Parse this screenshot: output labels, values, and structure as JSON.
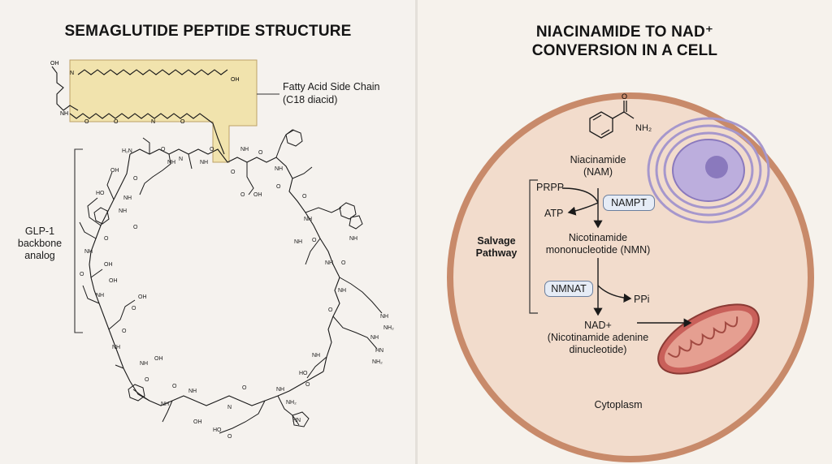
{
  "left": {
    "title": "SEMAGLUTIDE PEPTIDE STRUCTURE",
    "callout_label_line1": "Fatty Acid Side Chain",
    "callout_label_line2": "(C18 diacid)",
    "backbone_label_line1": "GLP-1",
    "backbone_label_line2": "backbone",
    "backbone_label_line3": "analog",
    "highlight_color": "#f1e2a6",
    "bond_color": "#1a1a1a"
  },
  "right": {
    "title_line1": "NIACINAMIDE TO NAD⁺",
    "title_line2": "CONVERSION IN A CELL",
    "nam_group": "NH₂",
    "niacinamide_line1": "Niacinamide",
    "niacinamide_line2": "(NAM)",
    "prpp": "PRPP",
    "atp": "ATP",
    "nampt": "NAMPT",
    "salvage_line1": "Salvage",
    "salvage_line2": "Pathway",
    "nmn_line1": "Nicotinamide",
    "nmn_line2": "mononucleotide (NMN)",
    "nmnat": "NMNAT",
    "ppi": "PPi",
    "nad_line1": "NAD+",
    "nad_line2": "(Nicotinamide adenine",
    "nad_line3": "dinucleotide)",
    "cytoplasm": "Cytoplasm",
    "colors": {
      "cell_fill": "#f2dccc",
      "cell_border": "#c88a6a",
      "nucleus": "#bcaedd",
      "nucleolus": "#8a79bd",
      "mitochondrion": "#c9605a",
      "enzyme_pill": "#e6ecf6"
    }
  }
}
